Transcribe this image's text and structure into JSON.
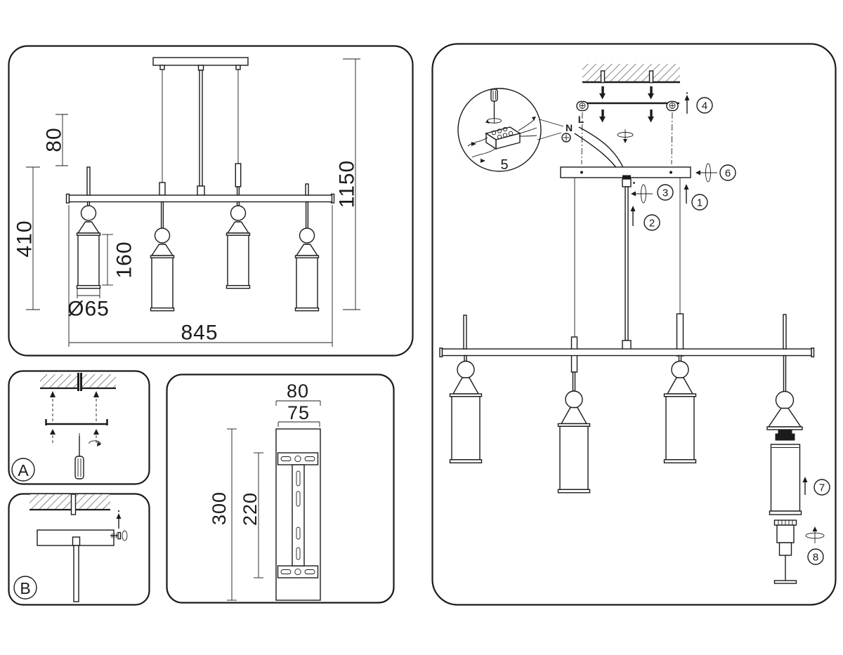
{
  "sheet": {
    "ink": "#1b1b1b",
    "bg": "#ffffff"
  },
  "dimension_panel": {
    "stem": "80",
    "drop_total": "1150",
    "body_drop": "410",
    "shade_height": "160",
    "shade_diameter": "Ø65",
    "bar_length": "845"
  },
  "bracket_panel": {
    "outer_width": "80",
    "inner_width": "75",
    "outer_height": "300",
    "inner_height": "220"
  },
  "step_panels": {
    "a": "A",
    "b": "B"
  },
  "assembly": {
    "markers": {
      "m1": "1",
      "m2": "2",
      "m3": "3",
      "m4": "4",
      "m5": "5",
      "m6": "6",
      "m7": "7",
      "m8": "8"
    },
    "wire_labels": {
      "neutral": "N",
      "live": "L"
    }
  }
}
